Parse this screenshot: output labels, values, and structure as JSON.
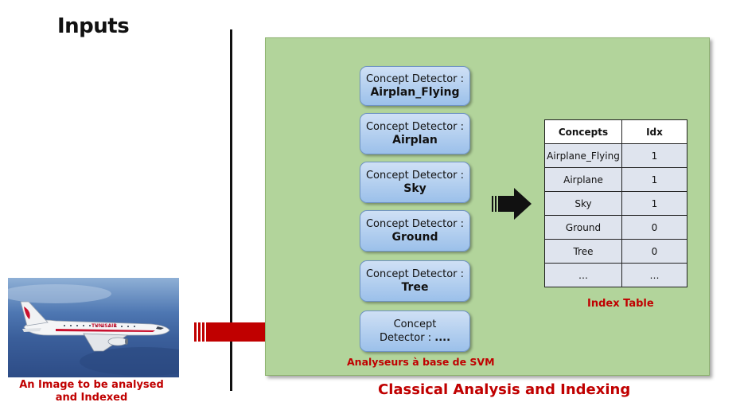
{
  "inputs_heading": "Inputs",
  "input_image": {
    "caption": "An Image to be analysed and Indexed",
    "airline_text": "TUNISAIR"
  },
  "detectors": [
    {
      "label": "Concept Detector :",
      "value": "Airplan_Flying"
    },
    {
      "label": "Concept Detector :",
      "value": "Airplan"
    },
    {
      "label": "Concept Detector :",
      "value": "Sky"
    },
    {
      "label": "Concept Detector :",
      "value": "Ground"
    },
    {
      "label": "Concept Detector :",
      "value": "Tree"
    },
    {
      "label": "Concept",
      "label2": "Detector :",
      "value": "...."
    }
  ],
  "svm_caption": "Analyseurs à base de SVM",
  "index_table": {
    "headers": [
      "Concepts",
      "Idx"
    ],
    "rows": [
      [
        "Airplane_Flying",
        "1"
      ],
      [
        "Airplane",
        "1"
      ],
      [
        "Sky",
        "1"
      ],
      [
        "Ground",
        "0"
      ],
      [
        "Tree",
        "0"
      ],
      [
        "…",
        "…"
      ]
    ],
    "caption": "Index Table"
  },
  "main_caption": "Classical Analysis and Indexing",
  "colors": {
    "caption_red": "#c00000",
    "panel_green": "#b2d49b",
    "detector_blue": "#9bc0ea",
    "arrow_red": "#c00000"
  }
}
